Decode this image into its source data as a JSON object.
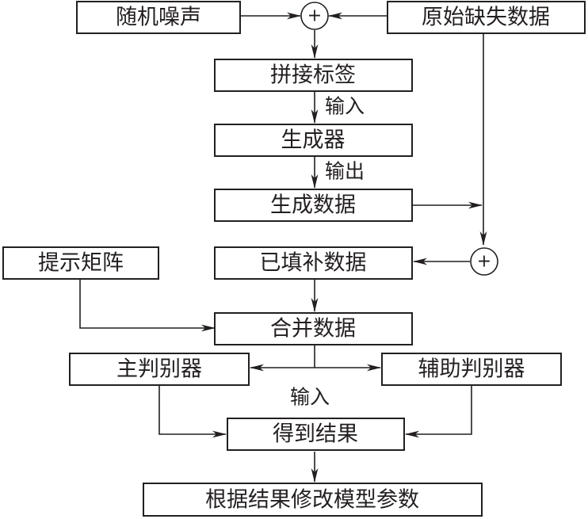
{
  "nodes": {
    "random_noise": "随机噪声",
    "original_missing": "原始缺失数据",
    "concat_label": "拼接标签",
    "generator": "生成器",
    "generated_data": "生成数据",
    "hint_matrix": "提示矩阵",
    "imputed_data": "已填补数据",
    "merged_data": "合并数据",
    "main_discriminator": "主判别器",
    "aux_discriminator": "辅助判别器",
    "result": "得到结果",
    "update_params": "根据结果修改模型参数"
  },
  "edge_labels": {
    "input_1": "输入",
    "output": "输出",
    "input_2": "输入"
  },
  "operators": {
    "sum_symbol": "+"
  }
}
